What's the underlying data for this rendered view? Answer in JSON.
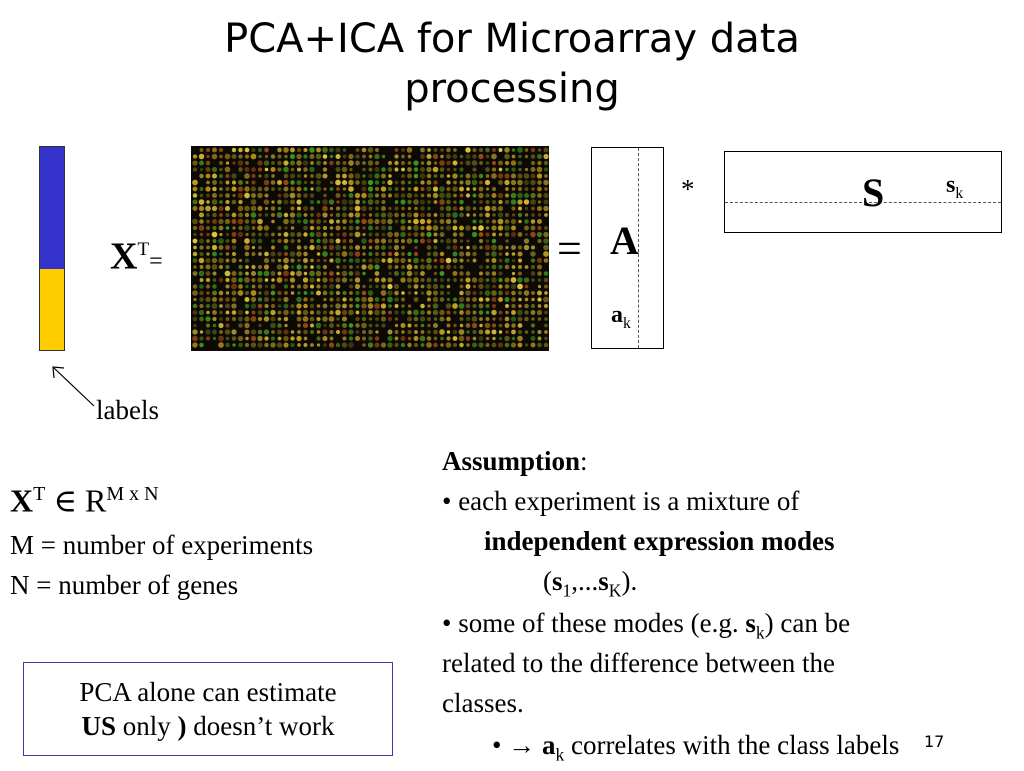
{
  "slide": {
    "title_line1": "PCA+ICA for Microarray data",
    "title_line2": "processing",
    "equation": {
      "x": "X",
      "x_sup": "T",
      "eq_small": "=",
      "eq_big": "=",
      "a_label": "A",
      "a_col": "a",
      "a_col_sub": "k",
      "mult": "*",
      "s_label": "S",
      "s_row": "s",
      "s_row_sub": "k"
    },
    "labels_text": "labels",
    "dims": {
      "x": "X",
      "x_sup": "T",
      "in_symbol": "∈",
      "r": "R",
      "r_sup": "M x N",
      "m_line": "M = number of experiments",
      "n_line": "N = number of genes"
    },
    "callout": {
      "line1": "PCA alone can estimate",
      "us": "US",
      "only": " only ",
      "implies": ")",
      "tail": " doesn’t work"
    },
    "assumption": {
      "heading": "Assumption",
      "colon": ":",
      "b1_text": "• each experiment is a mixture of",
      "b1_bold": "independent expression modes",
      "paren_open": "(",
      "s1": "s",
      "s1_sub": "1",
      "dots": ",...",
      "sK": "s",
      "sK_sub": "K",
      "paren_close": ").",
      "b2_pre": "• some of these modes (e.g. ",
      "b2_s": "s",
      "b2_s_sub": "k",
      "b2_post": ") can be",
      "b2_line2": "related to the difference between the",
      "b2_line3": "classes.",
      "b3_pre": "• → ",
      "b3_a": "a",
      "b3_a_sub": "k",
      "b3_post": " correlates with the class labels"
    },
    "page_number": "17"
  },
  "colors": {
    "label_blue": "#3333cc",
    "label_yellow": "#ffcc00",
    "callout_border": "#3a3ab0"
  }
}
